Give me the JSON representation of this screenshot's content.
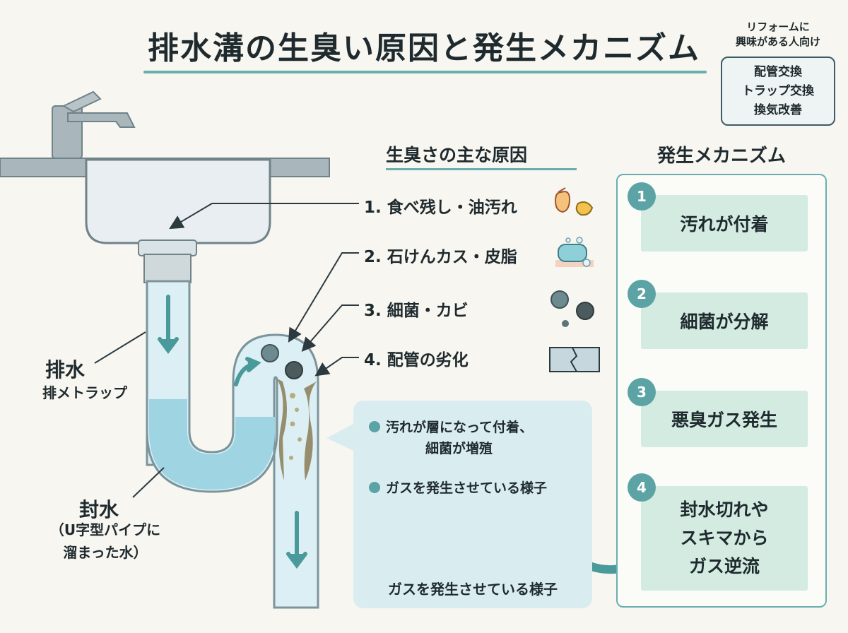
{
  "title": "排水溝の生臭い原因と発生メカニズム",
  "audience": {
    "line1": "リフォームに",
    "line2": "興味がある人向け",
    "tags": [
      "配管交換",
      "トラップ交換",
      "換気改善"
    ]
  },
  "labels": {
    "drain": "排水",
    "drain_trap": "排メトラップ",
    "water_seal": "封水",
    "water_seal_note_1": "（U字型パイプに",
    "water_seal_note_2": "溜まった水）"
  },
  "causes": {
    "heading": "生臭さの主な原因",
    "items": [
      {
        "text": "1. 食べ残し・油汚れ",
        "icon": "food-scraps-icon"
      },
      {
        "text": "2. 石けんカス・皮脂",
        "icon": "soap-icon"
      },
      {
        "text": "3. 細菌・カビ",
        "icon": "bacteria-icon"
      },
      {
        "text": "4. 配管の劣化",
        "icon": "cracked-pipe-icon"
      }
    ]
  },
  "mechanism": {
    "heading": "発生メカニズム",
    "steps": [
      {
        "num": "1",
        "text": "汚れが付着"
      },
      {
        "num": "2",
        "text": "細菌が分解"
      },
      {
        "num": "3",
        "text": "悪臭ガス発生"
      },
      {
        "num": "4",
        "line1": "封水切れや",
        "line2": "スキマから",
        "line3": "ガス逆流"
      }
    ]
  },
  "callout": {
    "bullet1_line1": "汚れが層になって付着、",
    "bullet1_line2": "細菌が増殖",
    "bullet2": "ガスを発生させている様子",
    "caption": "ガスを発生させている様子"
  },
  "colors": {
    "accent": "#5ba3a4",
    "step_fill": "#d3ebe1",
    "water": "#9fd4e3",
    "pipe_fill": "#dceff4",
    "pipe_stroke": "#7c959c",
    "grime": "#8a7b55"
  }
}
